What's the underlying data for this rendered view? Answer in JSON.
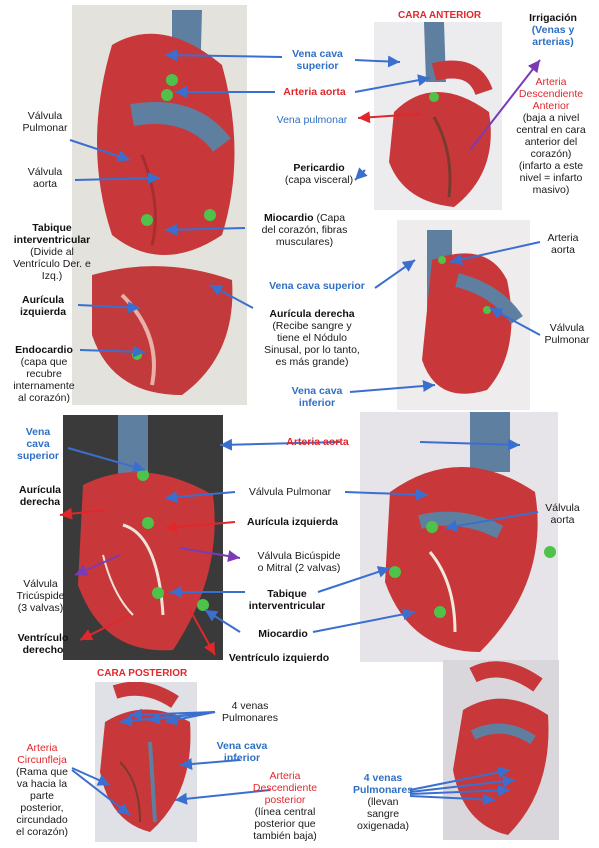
{
  "titles": {
    "anterior": "CARA ANTERIOR",
    "posterior": "CARA POSTERIOR"
  },
  "colors": {
    "blue_arrow": "#3b6fcf",
    "red_arrow": "#e0282c",
    "purple_arrow": "#7a3bb5",
    "heart_red": "#c8383a",
    "vessel_blue": "#5f7fa0"
  },
  "labels": {
    "vena_cava_sup_1": {
      "title": "Vena cava\nsuperior",
      "desc": ""
    },
    "arteria_aorta_1": {
      "title": "Arteria aorta",
      "desc": ""
    },
    "vena_pulmonar": {
      "title": "Vena pulmonar",
      "desc": ""
    },
    "irrigacion": {
      "title": "Irrigación",
      "desc": "(Venas y\narterias)"
    },
    "art_desc_ant": {
      "title": "Arteria\nDescendiente\nAnterior",
      "desc": "(baja a nivel\ncentral en cara\nanterior del\ncorazón)\n(infarto a este\nnivel = infarto\nmasivo)"
    },
    "valvula_pulmonar_1": {
      "title": "Válvula\nPulmonar",
      "desc": ""
    },
    "valvula_aorta_1": {
      "title": "Válvula\naorta",
      "desc": ""
    },
    "pericardio": {
      "title": "Pericardio",
      "desc": "(capa visceral)"
    },
    "tabique_1": {
      "title": "Tabique\ninterventricular",
      "desc": "(Divide al\nVentrículo Der. e\nIzq.)"
    },
    "miocardio_1": {
      "title": "Miocardio",
      "desc": "(Capa\ndel corazón, fibras\nmusculares)"
    },
    "arteria_aorta_2": {
      "title": "Arteria\naorta",
      "desc": ""
    },
    "vena_cava_sup_2": {
      "title": "Vena cava superior",
      "desc": ""
    },
    "auricula_izq_1": {
      "title": "Aurícula\nizquierda",
      "desc": ""
    },
    "auricula_der_1": {
      "title": "Aurícula derecha",
      "desc": "(Recibe sangre y\ntiene el Nódulo\nSinusal, por lo tanto,\nes más grande)"
    },
    "valvula_pulmonar_2": {
      "title": "Válvula\nPulmonar",
      "desc": ""
    },
    "endocardio": {
      "title": "Endocardio",
      "desc": "(capa que\nrecubre\ninternamente\nal corazón)"
    },
    "vena_cava_inf_1": {
      "title": "Vena cava\ninferior",
      "desc": ""
    },
    "vena_cava_sup_3": {
      "title": "Vena\ncava\nsuperior",
      "desc": ""
    },
    "arteria_aorta_3": {
      "title": "Arteria aorta",
      "desc": ""
    },
    "auricula_der_2": {
      "title": "Aurícula\nderecha",
      "desc": ""
    },
    "valvula_pulmonar_3": {
      "title": "Válvula Pulmonar",
      "desc": ""
    },
    "valvula_aorta_2": {
      "title": "Válvula\naorta",
      "desc": ""
    },
    "auricula_izq_2": {
      "title": "Aurícula izquierda",
      "desc": ""
    },
    "valvula_bicuspide": {
      "title": "Válvula Bicúspide\no Mitral (2 valvas)",
      "desc": ""
    },
    "valvula_tricuspide": {
      "title": "Válvula\nTricúspide\n(3 valvas)",
      "desc": ""
    },
    "tabique_2": {
      "title": "Tabique\ninterventricular",
      "desc": ""
    },
    "miocardio_2": {
      "title": "Miocardio",
      "desc": ""
    },
    "ventriculo_der": {
      "title": "Ventrículo\nderecho",
      "desc": ""
    },
    "ventriculo_izq": {
      "title": "Ventrículo izquierdo",
      "desc": ""
    },
    "venas_pulm_1": {
      "title": "4 venas\nPulmonares",
      "desc": ""
    },
    "vena_cava_inf_2": {
      "title": "Vena cava\ninferior",
      "desc": ""
    },
    "art_circunfleja": {
      "title": "Arteria\nCircunfleja",
      "desc": "(Rama que\nva hacia la\nparte\nposterior,\ncircundado\nel corazón)"
    },
    "art_desc_post": {
      "title": "Arteria\nDescendiente\nposterior",
      "desc": "(línea central\nposterior que\ntambién baja)"
    },
    "venas_pulm_2": {
      "title": "4 venas\nPulmonares",
      "desc": "(llevan\nsangre\noxigenada)"
    }
  }
}
